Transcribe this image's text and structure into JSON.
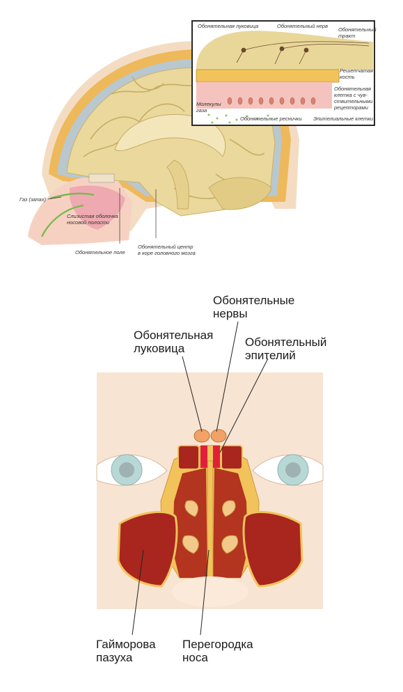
{
  "top_figure": {
    "inset_labels": {
      "olfactory_bulb": "Обонятельная луковица",
      "olfactory_nerve": "Обонятельный нерв",
      "olfactory_tract": "Обонятельный\nтракт",
      "cribriform_bone": "Решетчатая\nкость",
      "olfactory_cell": "Обонятельная\nклетка с чув-\nствительными\nрецепторами",
      "gas_molecules": "Молекулы\nгаза",
      "olfactory_cilia": "Обонятельные реснички",
      "epithelial_cells": "Эпителиальные клетки"
    },
    "head_labels": {
      "gas_smell": "Газ (запах)",
      "nasal_mucosa": "Слизистая оболочка\nносовой полости",
      "olfactory_field": "Обонятельное поле",
      "olfactory_center": "Обонятельный центр\nв коре головного мозга"
    }
  },
  "bottom_figure": {
    "labels": {
      "olfactory_nerves": "Обонятельные\nнервы",
      "olfactory_bulb": "Обонятельная\nлуковица",
      "olfactory_epithelium": "Обонятельный\nэпителий",
      "maxillary_sinus": "Гайморова\nпазуха",
      "nasal_septum": "Перегородка\nноса"
    }
  },
  "colors": {
    "brain": "#e9d79a",
    "skin": "#f6dfc9",
    "sinus": "#a8261e",
    "bone": "#f1c35a",
    "iris": "#b8d8d6"
  }
}
